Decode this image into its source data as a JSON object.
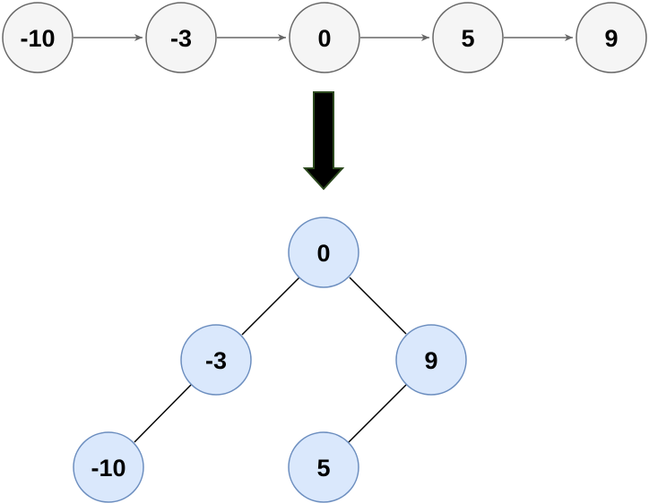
{
  "linked_list": {
    "nodes": [
      "-10",
      "-3",
      "0",
      "5",
      "9"
    ]
  },
  "tree": {
    "root": "0",
    "root_left": "-3",
    "root_right": "9",
    "left_left": "-10",
    "right_left": "5"
  },
  "colors": {
    "list_node_fill": "#f5f5f5",
    "list_node_stroke": "#666666",
    "list_arrow": "#666666",
    "tree_node_fill": "#dae8fc",
    "tree_node_stroke": "#6c8ebf",
    "tree_edge": "#000000",
    "big_arrow_fill": "#000000",
    "big_arrow_stroke": "#2d4a1f"
  }
}
